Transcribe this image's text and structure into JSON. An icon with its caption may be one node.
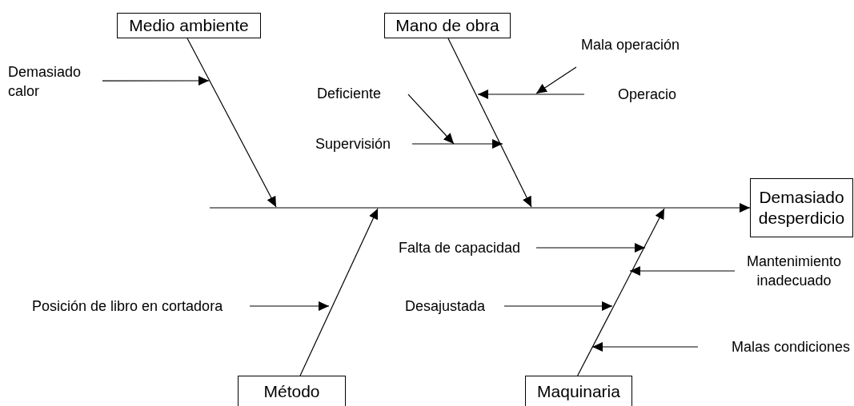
{
  "diagram": {
    "nodes": [
      {
        "text": [
          "Medio ambiente"
        ]
      },
      {
        "text": [
          "Mano de obra"
        ]
      },
      {
        "text": [
          "Demasiado desperdicio"
        ]
      },
      {
        "text": [
          "Método"
        ]
      },
      {
        "text": [
          "Maquinaria"
        ]
      },
      {
        "text": [
          "Demasiado calor"
        ]
      },
      {
        "text": [
          "Mala operación"
        ]
      },
      {
        "text": [
          "Operacio"
        ]
      },
      {
        "text": [
          "Deficiente"
        ]
      },
      {
        "text": [
          "Supervisión"
        ]
      },
      {
        "text": [
          "Falta de capacidad"
        ]
      },
      {
        "text": [
          "Mantenimiento inadecuado"
        ]
      },
      {
        "text": [
          "Posición de libro en cortadora"
        ]
      },
      {
        "text": [
          "Desajustada"
        ]
      },
      {
        "text": [
          "Malas condiciones"
        ]
      }
    ],
    "edges": [
      {
        "from": null,
        "to": 2,
        "arrow": "to"
      },
      {
        "from": 0,
        "to": null,
        "arrow": "to"
      },
      {
        "from": 1,
        "to": null,
        "arrow": "to"
      },
      {
        "from": 3,
        "to": null,
        "arrow": "to"
      },
      {
        "from": 4,
        "to": null,
        "arrow": "to"
      },
      {
        "from": 5,
        "to": null,
        "arrow": "to"
      },
      {
        "from": 6,
        "to": null,
        "arrow": "to"
      },
      {
        "from": 7,
        "to": null,
        "arrow": "to"
      },
      {
        "from": 8,
        "to": null,
        "arrow": "to"
      },
      {
        "from": 9,
        "to": null,
        "arrow": "to"
      },
      {
        "from": 10,
        "to": null,
        "arrow": "to"
      },
      {
        "from": 11,
        "to": null,
        "arrow": "to"
      },
      {
        "from": 12,
        "to": null,
        "arrow": "to"
      },
      {
        "from": 13,
        "to": null,
        "arrow": "to"
      },
      {
        "from": 14,
        "to": null,
        "arrow": "to"
      }
    ]
  }
}
